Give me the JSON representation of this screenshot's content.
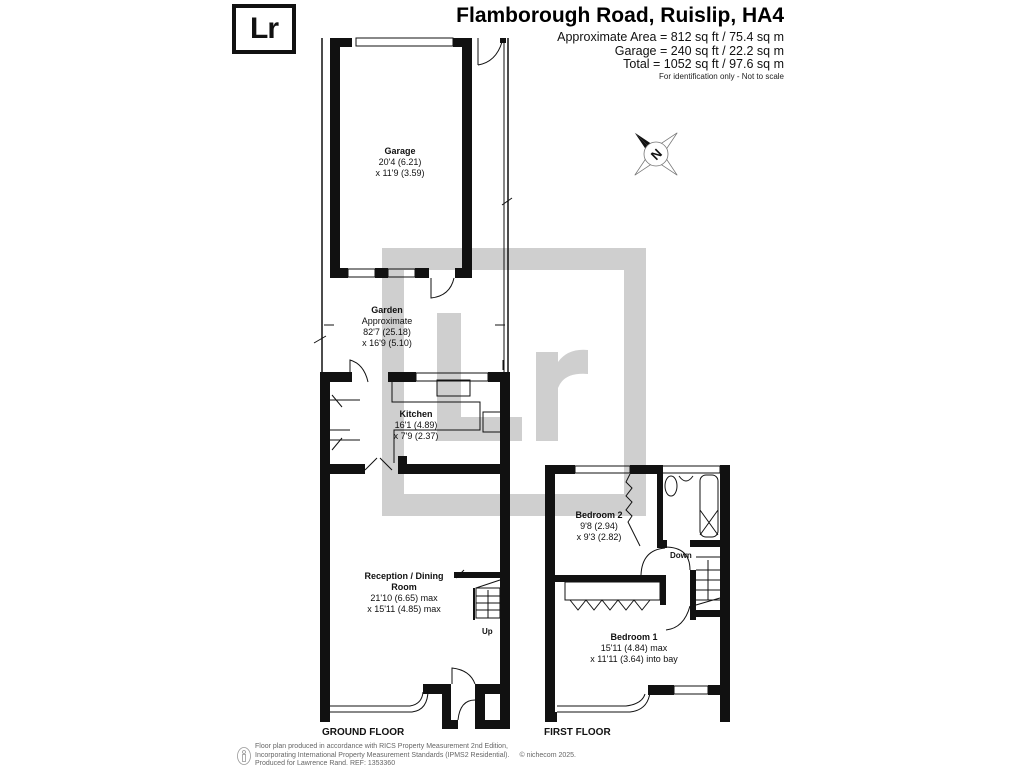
{
  "header": {
    "logo_text": "Lr",
    "title": "Flamborough Road, Ruislip, HA4",
    "areas": [
      "Approximate Area = 812 sq ft / 75.4 sq m",
      "Garage = 240 sq ft / 22.2 sq m",
      "Total = 1052 sq ft / 97.6 sq m"
    ],
    "disclaimer": "For identification only - Not to scale"
  },
  "compass": {
    "label": "N",
    "icon": "compass-icon"
  },
  "watermark": {
    "text": "Lr",
    "color": "#c8c8c8"
  },
  "rooms": {
    "garage": {
      "name": "Garage",
      "dim1": "20'4 (6.21)",
      "dim2": "x 11'9 (3.59)"
    },
    "garden": {
      "name": "Garden",
      "dim0": "Approximate",
      "dim1": "82'7 (25.18)",
      "dim2": "x 16'9 (5.10)"
    },
    "kitchen": {
      "name": "Kitchen",
      "dim1": "16'1 (4.89)",
      "dim2": "x 7'9 (2.37)"
    },
    "reception": {
      "name": "Reception / Dining",
      "name2": "Room",
      "dim1": "21'10 (6.65) max",
      "dim2": "x 15'11 (4.85) max"
    },
    "bedroom2": {
      "name": "Bedroom 2",
      "dim1": "9'8 (2.94)",
      "dim2": "x 9'3 (2.82)"
    },
    "bedroom1": {
      "name": "Bedroom 1",
      "dim1": "15'11 (4.84) max",
      "dim2": "x 11'11 (3.64) into bay"
    }
  },
  "stairs": {
    "up_label": "Up",
    "down_label": "Down"
  },
  "floors": {
    "ground": "GROUND FLOOR",
    "first": "FIRST FLOOR"
  },
  "footer": {
    "lines": [
      "Floor plan produced in accordance with RICS Property Measurement 2nd Edition,",
      "Incorporating International Property Measurement Standards (IPMS2 Residential).",
      "Produced for Lawrence Rand.   REF: 1353360"
    ],
    "copyright": "© nichecom 2025."
  }
}
